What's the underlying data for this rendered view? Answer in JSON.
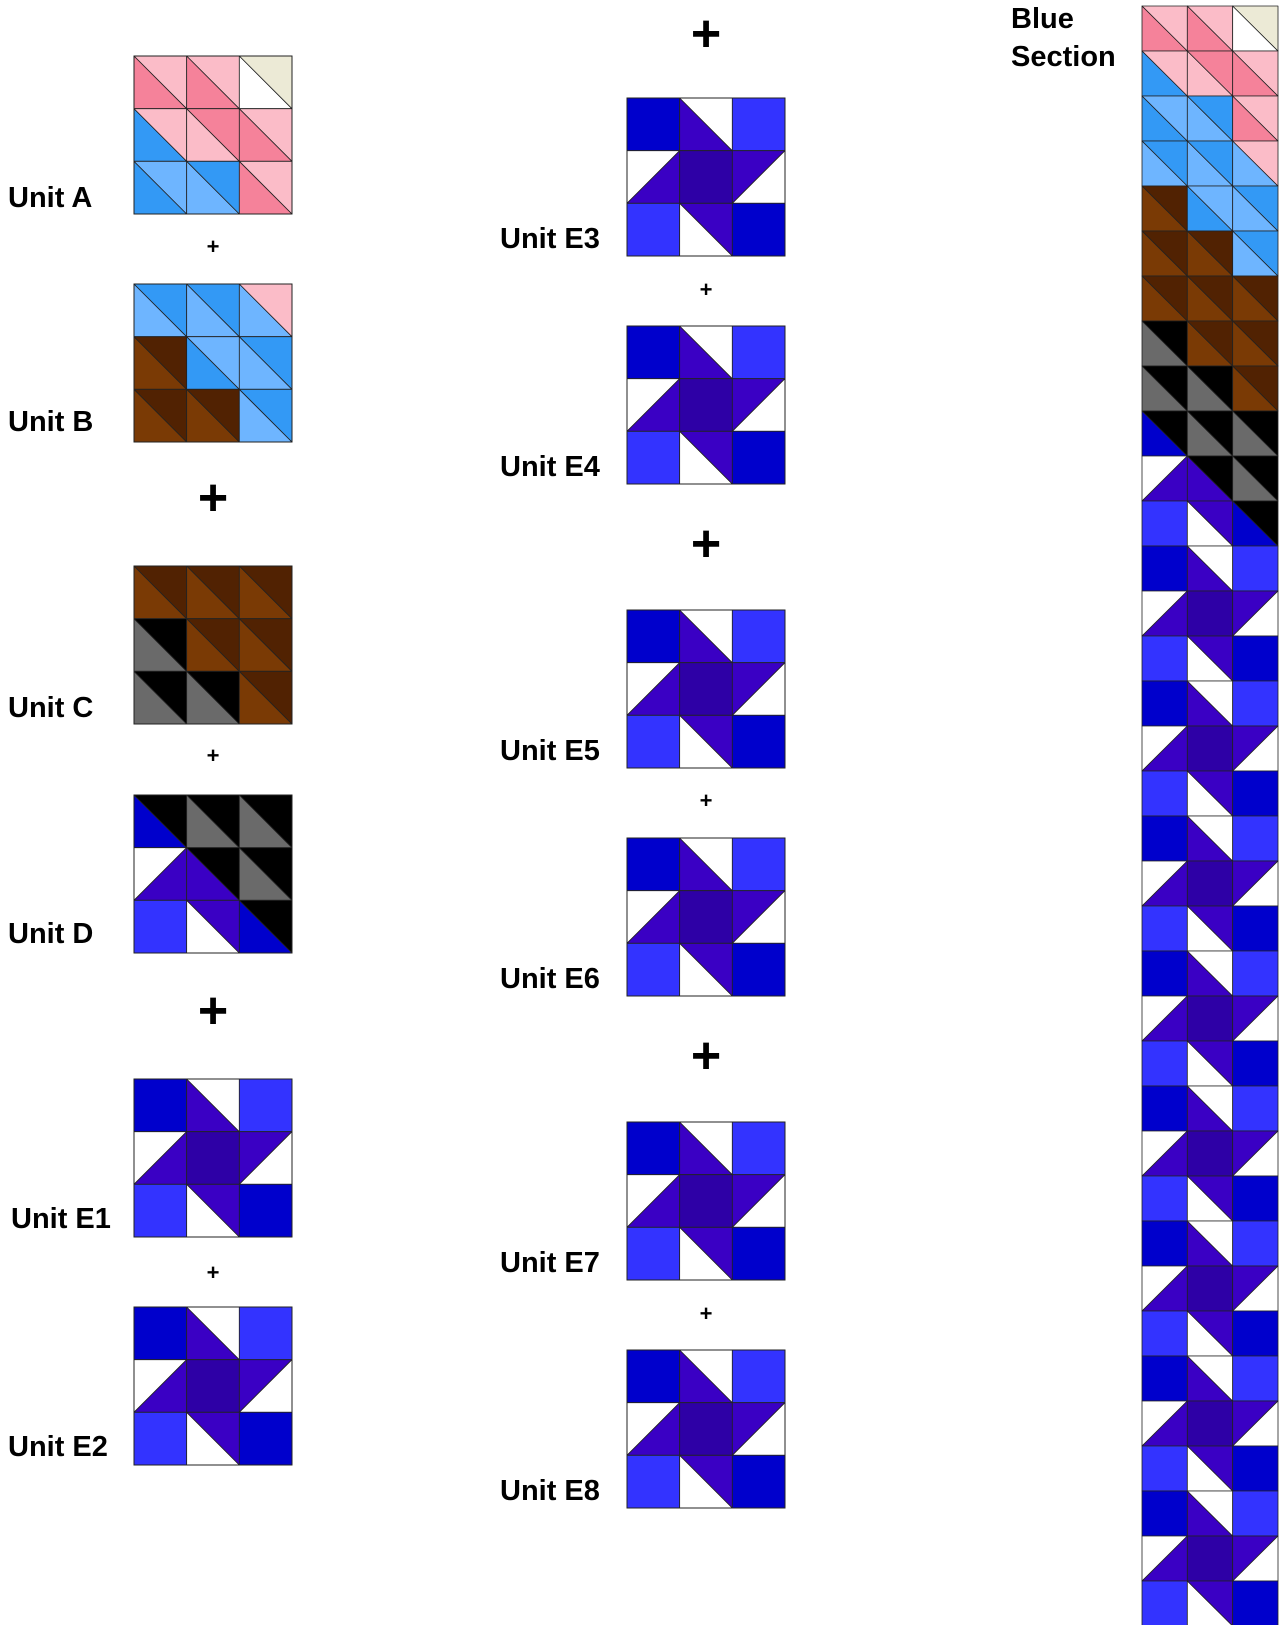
{
  "colors": {
    "pink_dark": "#f5829a",
    "pink_light": "#fbbcc8",
    "cream": "#ecead6",
    "blue_mid": "#3399f5",
    "blue_light": "#6eb5ff",
    "brown_dark": "#512202",
    "brown_mid": "#7a3a05",
    "gray": "#6a6a6a",
    "black": "#000000",
    "navy": "#0000cc",
    "royal": "#3333ff",
    "purple": "#3a00c4",
    "purple_dark": "#2e00a6",
    "white": "#ffffff"
  },
  "section_title": {
    "line1": "Blue",
    "line2": "Section"
  },
  "plus_sign": "+",
  "units": [
    {
      "id": "A",
      "label": "Unit A",
      "pattern": "A"
    },
    {
      "id": "B",
      "label": "Unit B",
      "pattern": "B"
    },
    {
      "id": "C",
      "label": "Unit C",
      "pattern": "C"
    },
    {
      "id": "D",
      "label": "Unit D",
      "pattern": "D"
    },
    {
      "id": "E1",
      "label": "Unit E1",
      "pattern": "E"
    },
    {
      "id": "E2",
      "label": "Unit E2",
      "pattern": "E"
    },
    {
      "id": "E3",
      "label": "Unit E3",
      "pattern": "E"
    },
    {
      "id": "E4",
      "label": "Unit E4",
      "pattern": "E"
    },
    {
      "id": "E5",
      "label": "Unit E5",
      "pattern": "E"
    },
    {
      "id": "E6",
      "label": "Unit E6",
      "pattern": "E"
    },
    {
      "id": "E7",
      "label": "Unit E7",
      "pattern": "E"
    },
    {
      "id": "E8",
      "label": "Unit E8",
      "pattern": "E"
    }
  ],
  "patterns": {
    "A": [
      [
        [
          "bs",
          "pink_dark",
          "pink_light"
        ],
        [
          "bs",
          "pink_dark",
          "pink_light"
        ],
        [
          "bs",
          "white",
          "cream"
        ]
      ],
      [
        [
          "bs",
          "blue_mid",
          "pink_light"
        ],
        [
          "bs",
          "pink_light",
          "pink_dark"
        ],
        [
          "bs",
          "pink_dark",
          "pink_light"
        ]
      ],
      [
        [
          "bs",
          "blue_mid",
          "blue_light"
        ],
        [
          "bs",
          "blue_light",
          "blue_mid"
        ],
        [
          "bs",
          "pink_dark",
          "pink_light"
        ]
      ]
    ],
    "B": [
      [
        [
          "bs",
          "blue_light",
          "blue_mid"
        ],
        [
          "bs",
          "blue_light",
          "blue_mid"
        ],
        [
          "bs",
          "blue_light",
          "pink_light"
        ]
      ],
      [
        [
          "bs",
          "brown_mid",
          "brown_dark"
        ],
        [
          "bs",
          "blue_mid",
          "blue_light"
        ],
        [
          "bs",
          "blue_light",
          "blue_mid"
        ]
      ],
      [
        [
          "bs",
          "brown_mid",
          "brown_dark"
        ],
        [
          "bs",
          "brown_mid",
          "brown_dark"
        ],
        [
          "bs",
          "blue_light",
          "blue_mid"
        ]
      ]
    ],
    "C": [
      [
        [
          "bs",
          "brown_mid",
          "brown_dark"
        ],
        [
          "bs",
          "brown_mid",
          "brown_dark"
        ],
        [
          "bs",
          "brown_mid",
          "brown_dark"
        ]
      ],
      [
        [
          "bs",
          "gray",
          "black"
        ],
        [
          "bs",
          "brown_mid",
          "brown_dark"
        ],
        [
          "bs",
          "brown_mid",
          "brown_dark"
        ]
      ],
      [
        [
          "bs",
          "gray",
          "black"
        ],
        [
          "bs",
          "gray",
          "black"
        ],
        [
          "bs",
          "brown_mid",
          "brown_dark"
        ]
      ]
    ],
    "D": [
      [
        [
          "bs",
          "navy",
          "black"
        ],
        [
          "bs",
          "gray",
          "black"
        ],
        [
          "bs",
          "gray",
          "black"
        ]
      ],
      [
        [
          "fs",
          "white",
          "purple"
        ],
        [
          "bs",
          "purple",
          "black"
        ],
        [
          "bs",
          "gray",
          "black"
        ]
      ],
      [
        [
          "sq",
          "royal"
        ],
        [
          "bs",
          "white",
          "purple"
        ],
        [
          "bs",
          "navy",
          "black"
        ]
      ]
    ],
    "E": [
      [
        [
          "sq",
          "navy"
        ],
        [
          "bs",
          "purple",
          "white"
        ],
        [
          "sq",
          "royal"
        ]
      ],
      [
        [
          "fs",
          "white",
          "purple"
        ],
        [
          "sq",
          "purple_dark"
        ],
        [
          "fs",
          "purple",
          "white"
        ]
      ],
      [
        [
          "sq",
          "royal"
        ],
        [
          "bs",
          "white",
          "purple"
        ],
        [
          "sq",
          "navy"
        ]
      ]
    ]
  },
  "strip_rows": [
    [
      [
        "bs",
        "pink_dark",
        "pink_light"
      ],
      [
        "bs",
        "pink_dark",
        "pink_light"
      ],
      [
        "bs",
        "white",
        "cream"
      ]
    ],
    [
      [
        "bs",
        "blue_mid",
        "pink_light"
      ],
      [
        "bs",
        "pink_light",
        "pink_dark"
      ],
      [
        "bs",
        "pink_dark",
        "pink_light"
      ]
    ],
    [
      [
        "bs",
        "blue_mid",
        "blue_light"
      ],
      [
        "bs",
        "blue_light",
        "blue_mid"
      ],
      [
        "bs",
        "pink_dark",
        "pink_light"
      ]
    ],
    [
      [
        "bs",
        "blue_light",
        "blue_mid"
      ],
      [
        "bs",
        "blue_light",
        "blue_mid"
      ],
      [
        "bs",
        "blue_light",
        "pink_light"
      ]
    ],
    [
      [
        "bs",
        "brown_mid",
        "brown_dark"
      ],
      [
        "bs",
        "blue_mid",
        "blue_light"
      ],
      [
        "bs",
        "blue_light",
        "blue_mid"
      ]
    ],
    [
      [
        "bs",
        "brown_mid",
        "brown_dark"
      ],
      [
        "bs",
        "brown_mid",
        "brown_dark"
      ],
      [
        "bs",
        "blue_light",
        "blue_mid"
      ]
    ],
    [
      [
        "bs",
        "brown_mid",
        "brown_dark"
      ],
      [
        "bs",
        "brown_mid",
        "brown_dark"
      ],
      [
        "bs",
        "brown_mid",
        "brown_dark"
      ]
    ],
    [
      [
        "bs",
        "gray",
        "black"
      ],
      [
        "bs",
        "brown_mid",
        "brown_dark"
      ],
      [
        "bs",
        "brown_mid",
        "brown_dark"
      ]
    ],
    [
      [
        "bs",
        "gray",
        "black"
      ],
      [
        "bs",
        "gray",
        "black"
      ],
      [
        "bs",
        "brown_mid",
        "brown_dark"
      ]
    ],
    [
      [
        "bs",
        "navy",
        "black"
      ],
      [
        "bs",
        "gray",
        "black"
      ],
      [
        "bs",
        "gray",
        "black"
      ]
    ],
    [
      [
        "fs",
        "white",
        "purple"
      ],
      [
        "bs",
        "purple",
        "black"
      ],
      [
        "bs",
        "gray",
        "black"
      ]
    ],
    [
      [
        "sq",
        "royal"
      ],
      [
        "bs",
        "white",
        "purple"
      ],
      [
        "bs",
        "navy",
        "black"
      ]
    ],
    [
      [
        "sq",
        "navy"
      ],
      [
        "bs",
        "purple",
        "white"
      ],
      [
        "sq",
        "royal"
      ]
    ],
    [
      [
        "fs",
        "white",
        "purple"
      ],
      [
        "sq",
        "purple_dark"
      ],
      [
        "fs",
        "purple",
        "white"
      ]
    ],
    [
      [
        "sq",
        "royal"
      ],
      [
        "bs",
        "white",
        "purple"
      ],
      [
        "sq",
        "navy"
      ]
    ],
    [
      [
        "sq",
        "navy"
      ],
      [
        "bs",
        "purple",
        "white"
      ],
      [
        "sq",
        "royal"
      ]
    ],
    [
      [
        "fs",
        "white",
        "purple"
      ],
      [
        "sq",
        "purple_dark"
      ],
      [
        "fs",
        "purple",
        "white"
      ]
    ],
    [
      [
        "sq",
        "royal"
      ],
      [
        "bs",
        "white",
        "purple"
      ],
      [
        "sq",
        "navy"
      ]
    ],
    [
      [
        "sq",
        "navy"
      ],
      [
        "bs",
        "purple",
        "white"
      ],
      [
        "sq",
        "royal"
      ]
    ],
    [
      [
        "fs",
        "white",
        "purple"
      ],
      [
        "sq",
        "purple_dark"
      ],
      [
        "fs",
        "purple",
        "white"
      ]
    ],
    [
      [
        "sq",
        "royal"
      ],
      [
        "bs",
        "white",
        "purple"
      ],
      [
        "sq",
        "navy"
      ]
    ],
    [
      [
        "sq",
        "navy"
      ],
      [
        "bs",
        "purple",
        "white"
      ],
      [
        "sq",
        "royal"
      ]
    ],
    [
      [
        "fs",
        "white",
        "purple"
      ],
      [
        "sq",
        "purple_dark"
      ],
      [
        "fs",
        "purple",
        "white"
      ]
    ],
    [
      [
        "sq",
        "royal"
      ],
      [
        "bs",
        "white",
        "purple"
      ],
      [
        "sq",
        "navy"
      ]
    ],
    [
      [
        "sq",
        "navy"
      ],
      [
        "bs",
        "purple",
        "white"
      ],
      [
        "sq",
        "royal"
      ]
    ],
    [
      [
        "fs",
        "white",
        "purple"
      ],
      [
        "sq",
        "purple_dark"
      ],
      [
        "fs",
        "purple",
        "white"
      ]
    ],
    [
      [
        "sq",
        "royal"
      ],
      [
        "bs",
        "white",
        "purple"
      ],
      [
        "sq",
        "navy"
      ]
    ],
    [
      [
        "sq",
        "navy"
      ],
      [
        "bs",
        "purple",
        "white"
      ],
      [
        "sq",
        "royal"
      ]
    ],
    [
      [
        "fs",
        "white",
        "purple"
      ],
      [
        "sq",
        "purple_dark"
      ],
      [
        "fs",
        "purple",
        "white"
      ]
    ],
    [
      [
        "sq",
        "royal"
      ],
      [
        "bs",
        "white",
        "purple"
      ],
      [
        "sq",
        "navy"
      ]
    ],
    [
      [
        "sq",
        "navy"
      ],
      [
        "bs",
        "purple",
        "white"
      ],
      [
        "sq",
        "royal"
      ]
    ],
    [
      [
        "fs",
        "white",
        "purple"
      ],
      [
        "sq",
        "purple_dark"
      ],
      [
        "fs",
        "purple",
        "white"
      ]
    ],
    [
      [
        "sq",
        "royal"
      ],
      [
        "bs",
        "white",
        "purple"
      ],
      [
        "sq",
        "navy"
      ]
    ],
    [
      [
        "sq",
        "navy"
      ],
      [
        "bs",
        "purple",
        "white"
      ],
      [
        "sq",
        "royal"
      ]
    ],
    [
      [
        "fs",
        "white",
        "purple"
      ],
      [
        "sq",
        "purple_dark"
      ],
      [
        "fs",
        "purple",
        "white"
      ]
    ],
    [
      [
        "sq",
        "royal"
      ],
      [
        "bs",
        "white",
        "purple"
      ],
      [
        "sq",
        "navy"
      ]
    ]
  ]
}
